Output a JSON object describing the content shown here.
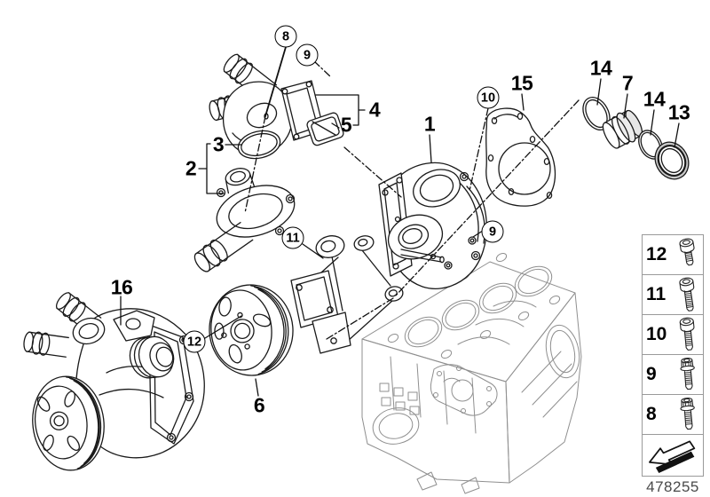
{
  "diagram": {
    "type": "exploded-parts-diagram",
    "subject": "engine-water-pump-thermostat",
    "callouts": {
      "c1": "1",
      "c2": "2",
      "c3": "3",
      "c4": "4",
      "c5": "5",
      "c6": "6",
      "c7": "7",
      "c8": "8",
      "c9a": "9",
      "c9b": "9",
      "c10": "10",
      "c11": "11",
      "c12": "12",
      "c13": "13",
      "c14a": "14",
      "c14b": "14",
      "c15": "15",
      "c16": "16"
    }
  },
  "sidebar": {
    "items": [
      {
        "label": "12",
        "icon": "socket-head-bolt-icon"
      },
      {
        "label": "11",
        "icon": "socket-head-bolt-icon"
      },
      {
        "label": "10",
        "icon": "socket-head-bolt-icon"
      },
      {
        "label": "9",
        "icon": "torx-bolt-icon"
      },
      {
        "label": "8",
        "icon": "torx-bolt-icon"
      }
    ],
    "nav": {
      "icon": "direction-arrow-icon"
    }
  },
  "footer": {
    "drawing_number": "478255"
  },
  "colors": {
    "part_line": "#1a1a1a",
    "block_line": "#8f8f8f",
    "border": "#9a9a9a",
    "footer_text": "#4a4a4a",
    "background": "#ffffff"
  }
}
